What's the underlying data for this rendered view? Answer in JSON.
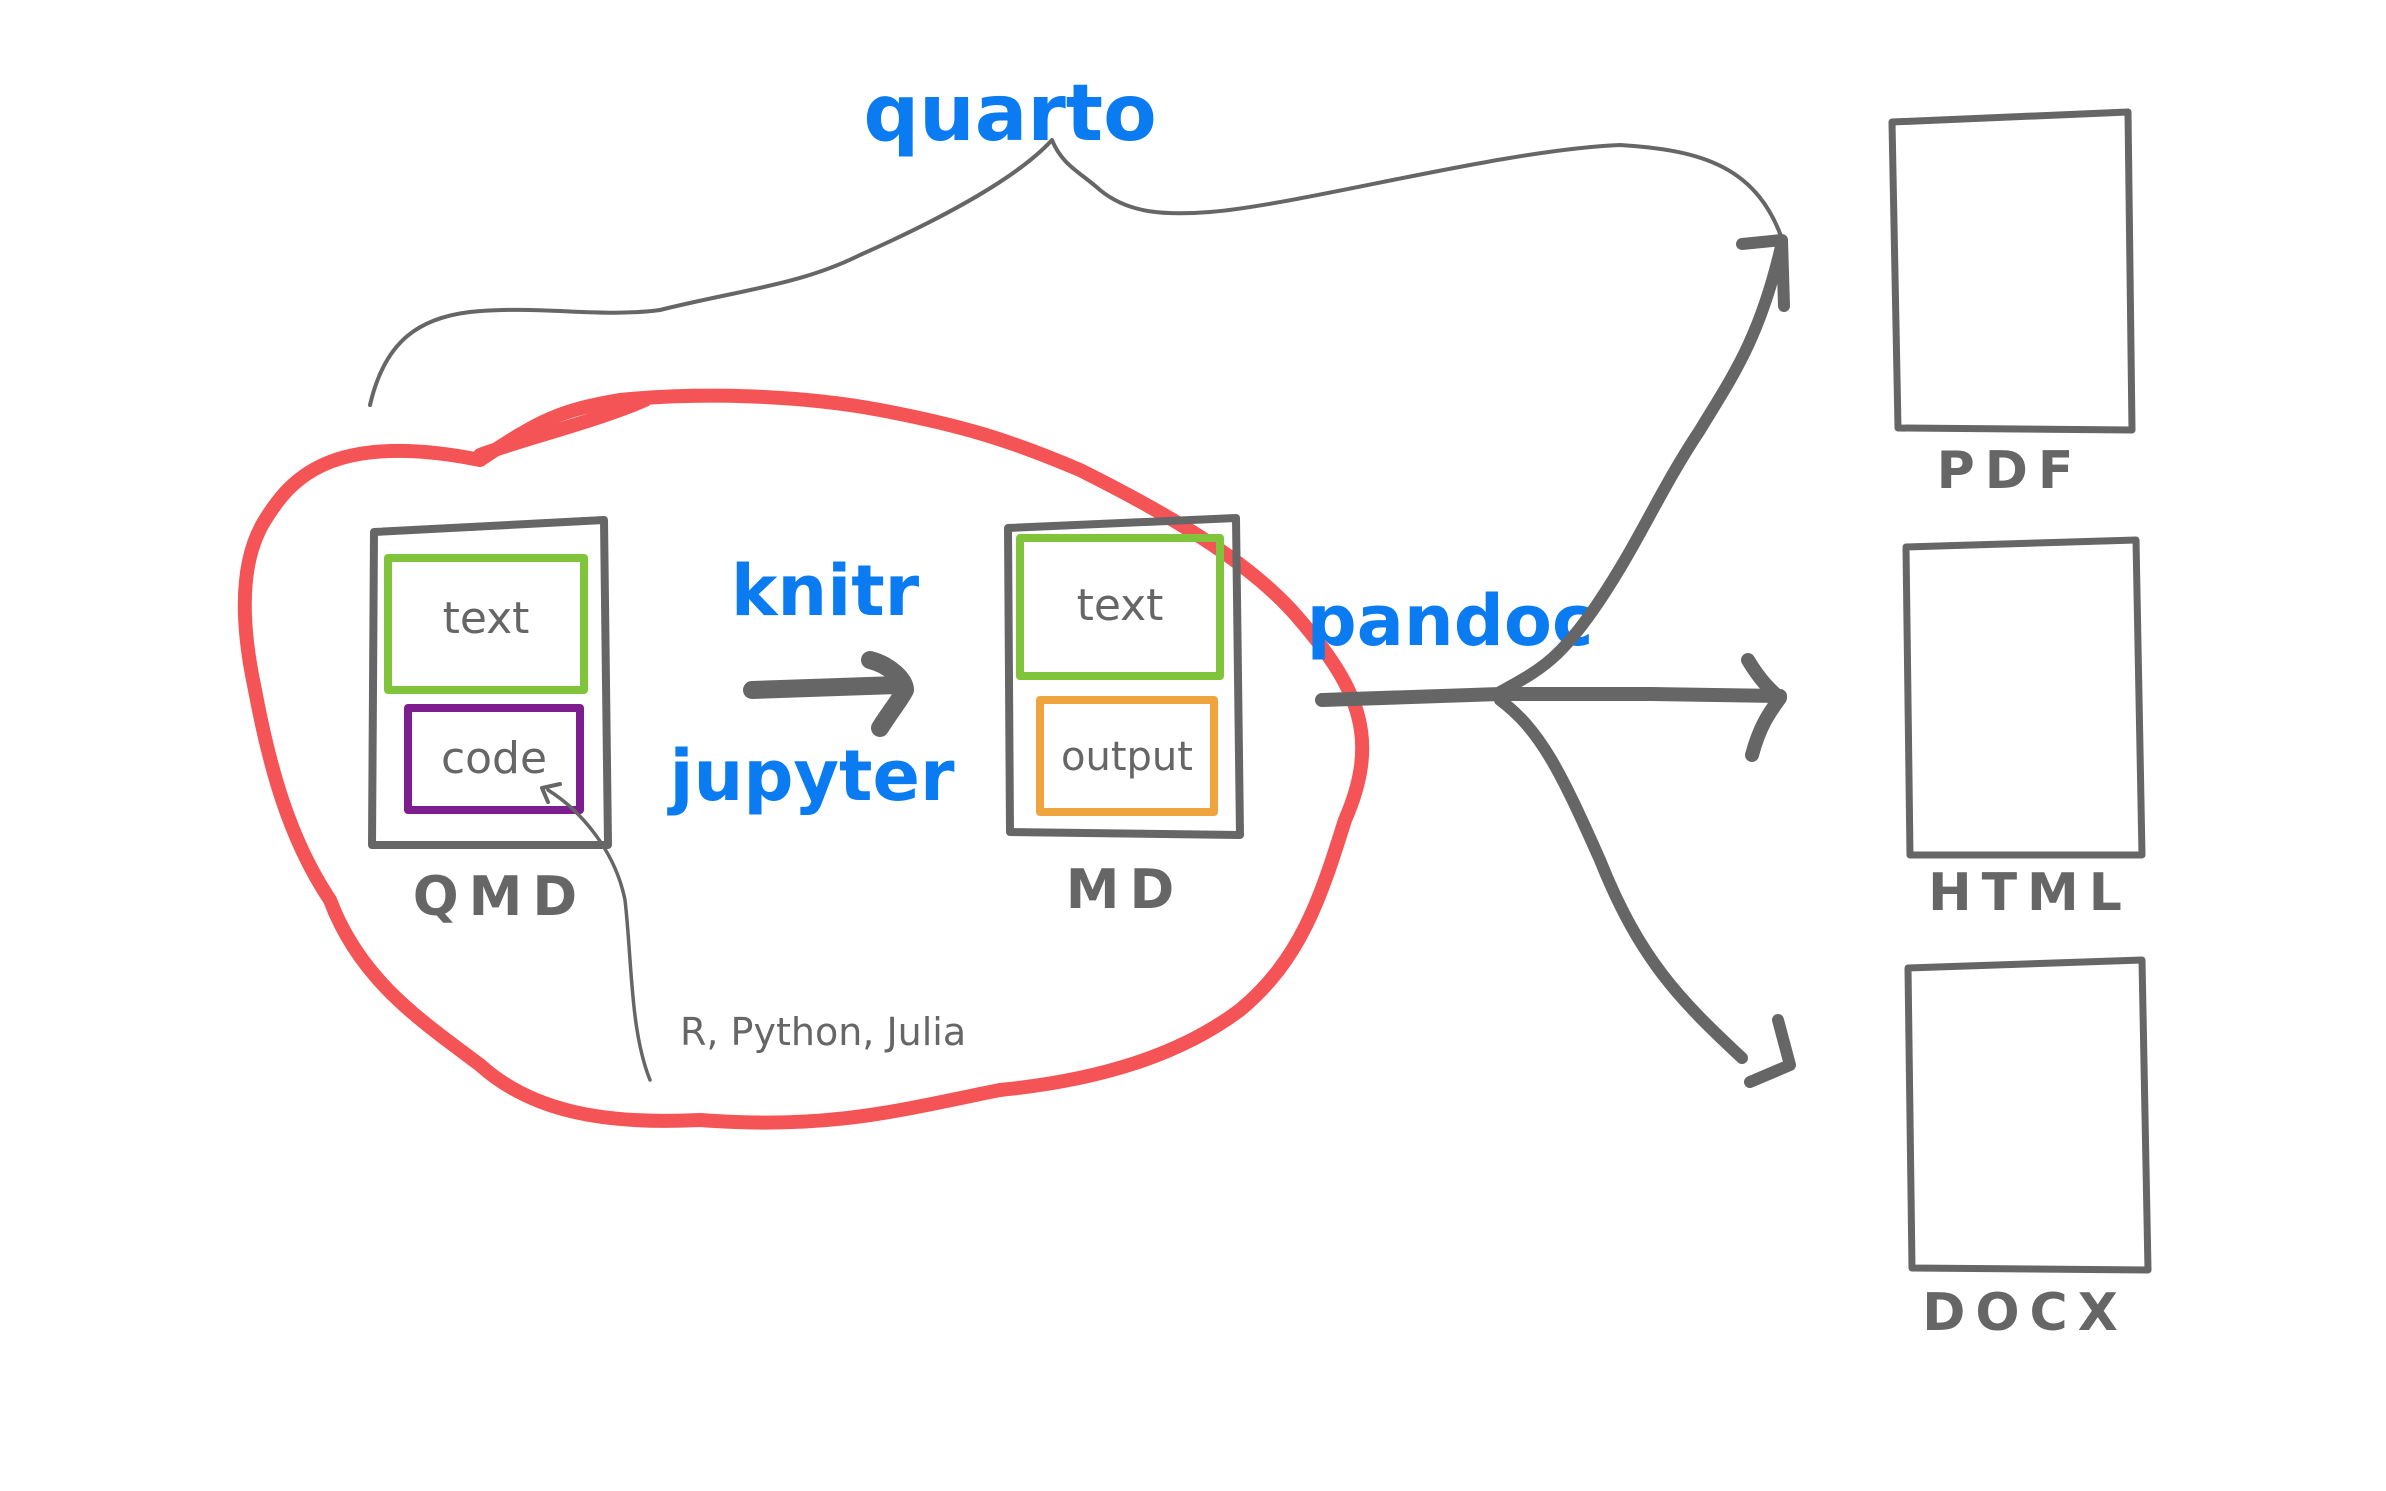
{
  "title": "quarto",
  "colors": {
    "ink": "#666666",
    "label_blue": "#0b7bf2",
    "ellipse_red": "#f45455",
    "text_block_green": "#7fc43a",
    "code_block_purple": "#7e1e8e",
    "output_block_orange": "#f0a43e"
  },
  "source_doc": {
    "label": "QMD",
    "blocks": [
      {
        "label": "text",
        "kind": "text"
      },
      {
        "label": "code",
        "kind": "code"
      }
    ],
    "code_annotation": "R, Python, Julia"
  },
  "engines": [
    "knitr",
    "jupyter"
  ],
  "intermediate_doc": {
    "label": "MD",
    "blocks": [
      {
        "label": "text",
        "kind": "text"
      },
      {
        "label": "output",
        "kind": "output"
      }
    ]
  },
  "converter": "pandoc",
  "outputs": [
    {
      "label": "PDF"
    },
    {
      "label": "HTML"
    },
    {
      "label": "DOCX"
    }
  ]
}
